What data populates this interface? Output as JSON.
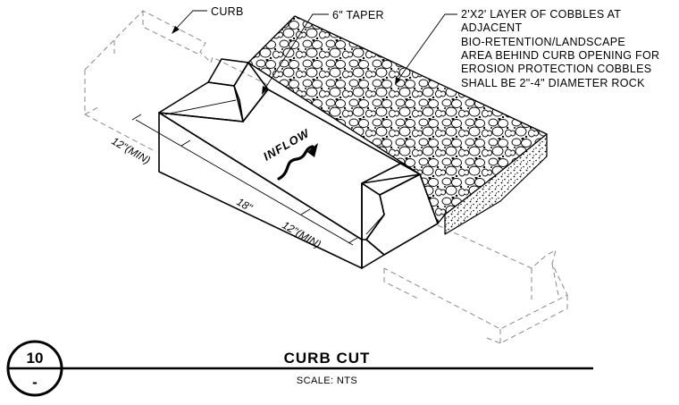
{
  "callouts": {
    "curb": "CURB",
    "taper": "6\" TAPER",
    "cobble_note": [
      "2'X2' LAYER OF COBBLES AT",
      "ADJACENT",
      "BIO-RETENTION/LANDSCAPE",
      "AREA BEHIND CURB OPENING FOR",
      "EROSION PROTECTION COBBLES",
      "SHALL BE 2\"-4\" DIAMETER ROCK"
    ]
  },
  "dimensions": {
    "left_min": "12\"(MIN)",
    "center": "18\"",
    "right_min": "12\"(MIN)"
  },
  "flow_label": "INFLOW",
  "title_block": {
    "detail_number": "10",
    "sheet_ref": "-",
    "title": "CURB CUT",
    "scale": "SCALE: NTS"
  }
}
